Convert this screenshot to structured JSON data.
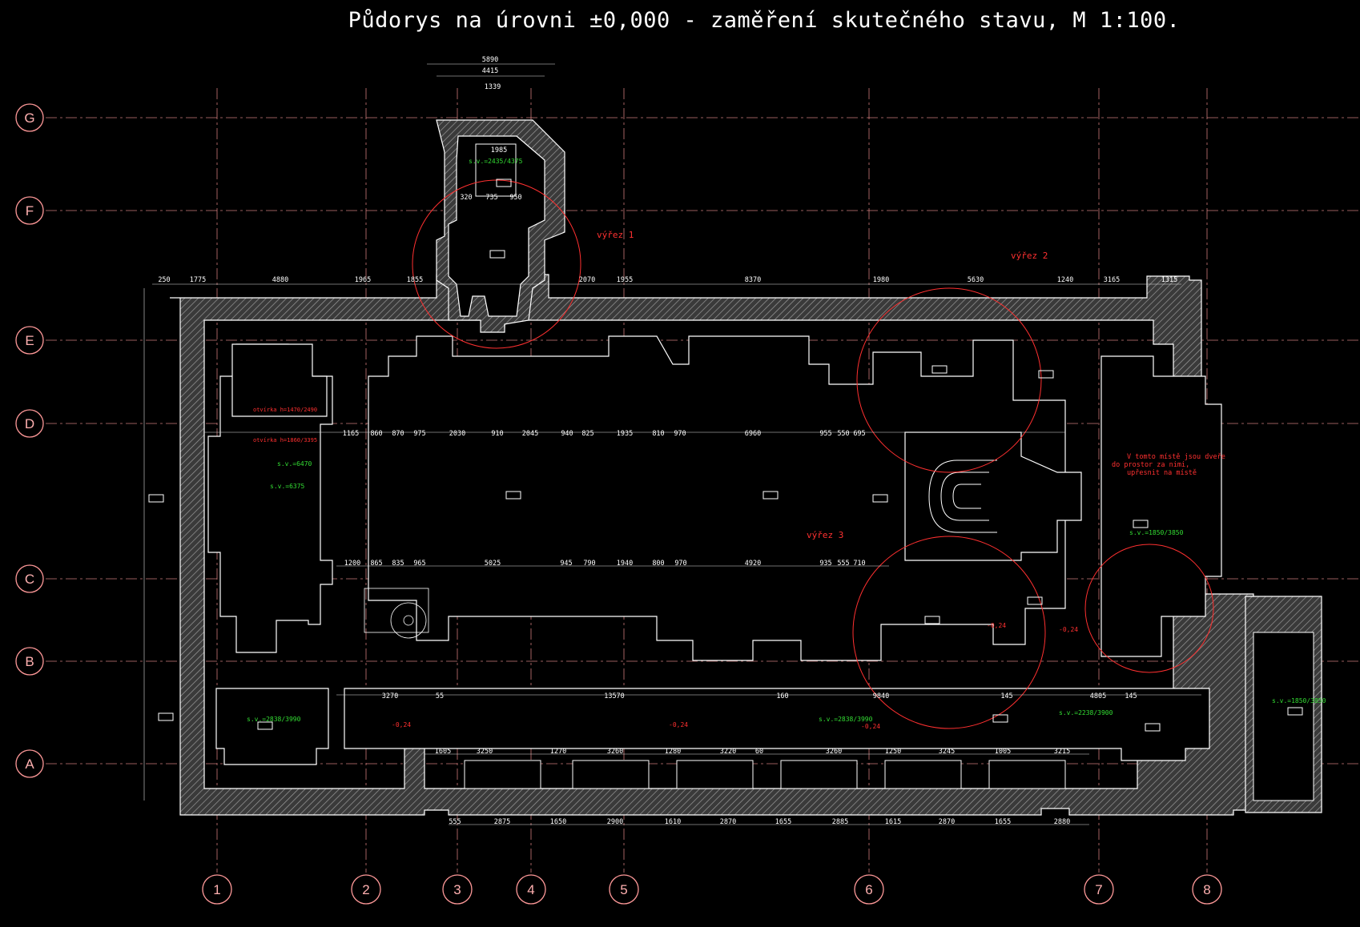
{
  "title": "Půdorys na úrovni ±0,000 - zaměření skutečného stavu, M 1:100.",
  "axes": {
    "rows": [
      "G",
      "F",
      "E",
      "D",
      "C",
      "B",
      "A"
    ],
    "columns": [
      "1",
      "2",
      "3",
      "4",
      "5",
      "6",
      "7",
      "8"
    ]
  },
  "callouts": {
    "detail_1": "výřez 1",
    "detail_2": "výřez 2",
    "detail_3": "výřez 3",
    "note": [
      "V tomto místě jsou dveře",
      "do prostor za nimi,",
      "upřesnit na místě"
    ]
  },
  "levels": {
    "apse": "s.v.=2435/4375",
    "left_1": "s.v.=6470",
    "left_2": "s.v.=6375",
    "bottom_left": "s.v.=2838/3990",
    "bottom_mid": "s.v.=2838/3990",
    "bottom_right": "s.v.=2238/3900",
    "right_room": "s.v.=1850/3850",
    "far_right": "s.v.=1850/3850"
  },
  "red_labels": {
    "r1": "otvírka h=1470/2490",
    "r2": "otvírka h=1860/3395",
    "m1": "-0,24",
    "m2": "-0,24",
    "m3": "-0,24",
    "m4": "-0,24",
    "m5": "-0,24"
  },
  "dimensions_top": [
    "250",
    "1775",
    "4880",
    "1965",
    "1855",
    "2070",
    "1955",
    "8370",
    "1980",
    "5630",
    "1240",
    "3165",
    "1315"
  ],
  "dimensions_apse": [
    "5890",
    "4415",
    "1339",
    "1985",
    "735",
    "950",
    "320"
  ],
  "dimensions_row_d": [
    "1165",
    "860",
    "870",
    "975",
    "2030",
    "910",
    "2045",
    "940",
    "825",
    "1935",
    "810",
    "970",
    "6960",
    "955",
    "550",
    "695"
  ],
  "dimensions_row_c": [
    "1200",
    "865",
    "835",
    "965",
    "5025",
    "945",
    "790",
    "1940",
    "800",
    "970",
    "4920",
    "935",
    "555",
    "710"
  ],
  "dimensions_bottom": [
    "3270",
    "55",
    "13570",
    "160",
    "9840",
    "145",
    "4805",
    "145"
  ],
  "dimensions_windows": [
    "1605",
    "3250",
    "1270",
    "3260",
    "1280",
    "3220",
    "60",
    "3260",
    "1250",
    "3245",
    "1005",
    "3215"
  ],
  "dimensions_base": [
    "555",
    "2875",
    "1650",
    "2900",
    "1610",
    "2870",
    "1655",
    "2885",
    "1615",
    "2870",
    "1655",
    "2880"
  ],
  "colors": {
    "background": "#000000",
    "axis": "#ff9999",
    "wall": "#ffffff",
    "hatch": "#8a8a8a",
    "annotation": "#ff3030",
    "level": "#33dd33"
  }
}
